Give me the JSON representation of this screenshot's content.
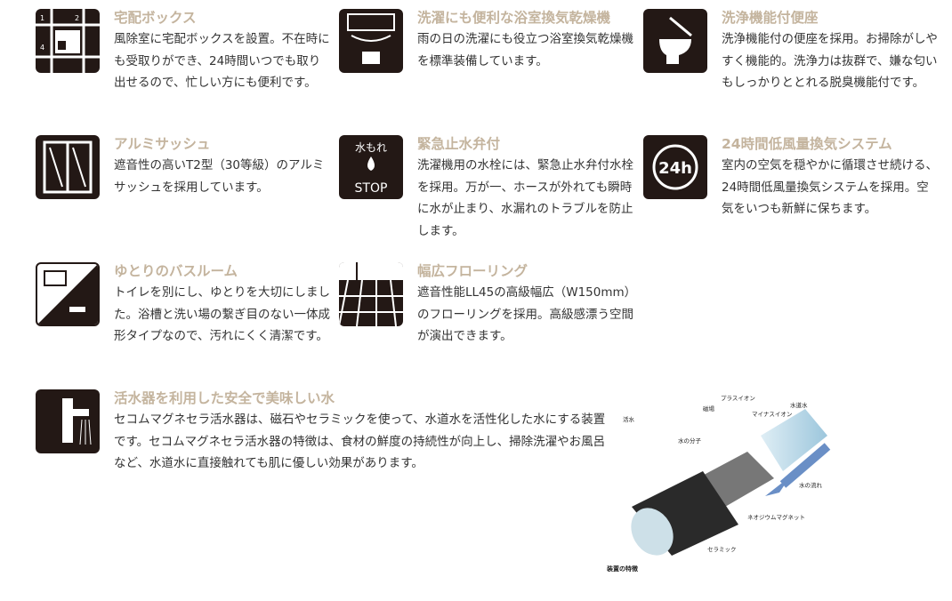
{
  "features": [
    {
      "title": "宅配ボックス",
      "desc": "風除室に宅配ボックスを設置。不在時にも受取りができ、24時間いつでも取り出せるので、忙しい方にも便利です。",
      "icon": "delivery-box-icon",
      "icon_labels": [
        "1",
        "2",
        "4"
      ]
    },
    {
      "title": "洗濯にも便利な浴室換気乾燥機",
      "desc": "雨の日の洗濯にも役立つ浴室換気乾燥機を標準装備しています。",
      "icon": "bathroom-dryer-icon"
    },
    {
      "title": "洗浄機能付便座",
      "desc": "洗浄機能付の便座を採用。お掃除がしやすく機能的。洗浄力は抜群で、嫌な匂いもしっかりととれる脱臭機能付です。",
      "icon": "toilet-seat-icon"
    },
    {
      "title": "アルミサッシュ",
      "desc": "遮音性の高いT2型（30等級）のアルミサッシュを採用しています。",
      "icon": "sash-window-icon"
    },
    {
      "title": "緊急止水弁付",
      "desc": "洗濯機用の水栓には、緊急止水弁付水栓を採用。万が一、ホースが外れても瞬時に水が止まり、水漏れのトラブルを防止します。",
      "icon": "water-stop-icon",
      "icon_labels": [
        "水もれ",
        "STOP"
      ]
    },
    {
      "title": "24時間低風量換気システム",
      "desc": "室内の空気を穏やかに循環させ続ける、24時間低風量換気システムを採用。空気をいつも新鮮に保ちます。",
      "icon": "ventilation-24h-icon",
      "icon_labels": [
        "24h"
      ]
    },
    {
      "title": "ゆとりのバスルーム",
      "desc": "トイレを別にし、ゆとりを大切にしました。浴槽と洗い場の繋ぎ目のない一体成形タイプなので、汚れにくく清潔です。",
      "icon": "bathroom-icon"
    },
    {
      "title": "幅広フローリング",
      "desc": "遮音性能LL45の高級幅広（W150mm）のフローリングを採用。高級感漂う空間が演出できます。",
      "icon": "flooring-icon"
    },
    {
      "title": "活水器を利用した安全で美味しい水",
      "desc": "セコムマグネセラ活水器は、磁石やセラミックを使って、水道水を活性化した水にする装置です。セコムマグネセラ活水器の特徴は、食材の鮮度の持続性が向上し、掃除洗濯やお風呂など、水道水に直接触れても肌に優しい効果があります。",
      "icon": "faucet-icon"
    }
  ],
  "diagram": {
    "labels": [
      "活水",
      "磁場",
      "プラスイオン",
      "水道水",
      "マイナスイオン",
      "水の分子",
      "水の流れ",
      "ネオジウムマグネット",
      "セラミック"
    ],
    "caption": "装置の特徴"
  },
  "colors": {
    "title": "#c4b49e",
    "icon": "#231815"
  }
}
